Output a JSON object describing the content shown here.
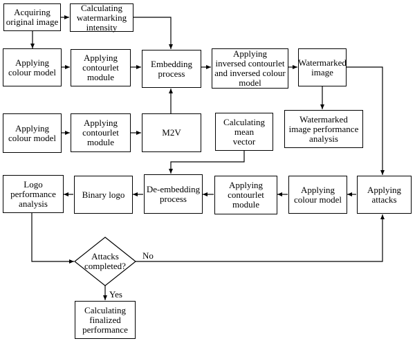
{
  "nodes": {
    "acquiring": "Acquiring\noriginal image",
    "calc_intensity": "Calculating\nwatermarking\nintensity",
    "colour_model_1": "Applying\ncolour model",
    "contourlet_1": "Applying\ncontourlet\nmodule",
    "embedding": "Embedding\nprocess",
    "inverse": "Applying\ninversed contourlet\nand inversed colour\nmodel",
    "watermarked": "Watermarked\nimage",
    "colour_model_2": "Applying\ncolour model",
    "contourlet_2": "Applying\ncontourlet\nmodule",
    "m2v": "M2V",
    "calc_mean": "Calculating\nmean\nvector",
    "wm_performance": "Watermarked\nimage performance\nanalysis",
    "logo_performance": "Logo\nperformance\nanalysis",
    "binary_logo": "Binary logo",
    "de_embedding": "De-embedding\nprocess",
    "contourlet_3": "Applying\ncontourlet\nmodule",
    "colour_model_3": "Applying\ncolour model",
    "attacks": "Applying\nattacks",
    "decision": "Attacks\ncompleted?",
    "finalized": "Calculating\nfinalized\nperformance"
  },
  "edge_labels": {
    "no": "No",
    "yes": "Yes"
  }
}
